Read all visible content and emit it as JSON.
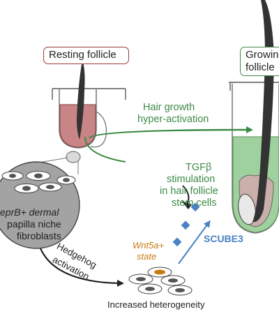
{
  "labels": {
    "resting": "Resting follicle",
    "growing": "Growing follicle",
    "hair_growth_1": "Hair growth",
    "hair_growth_2": "hyper-activation",
    "tgf_1": "TGFβ",
    "tgf_2": "stimulation",
    "tgf_3": "in hair follicle",
    "tgf_4": "stem cells",
    "niche_1": "eprB+ dermal",
    "niche_2": "papilla niche",
    "niche_3": "fibroblasts",
    "hedgehog_1": "Hedgehog",
    "hedgehog_2": "activation",
    "wnt_1": "Wnt5a+",
    "wnt_2": "state",
    "scube": "SCUBE3",
    "heterogeneity": "Increased heterogeneity"
  },
  "colors": {
    "red_accent": "#9b3b3b",
    "green_accent": "#3d8a45",
    "blue_accent": "#4a82c4",
    "orange_accent": "#c67a12",
    "follicle_pink": "#c98585",
    "follicle_green": "#9fd19f",
    "niche_gray": "#a3a3a3"
  }
}
